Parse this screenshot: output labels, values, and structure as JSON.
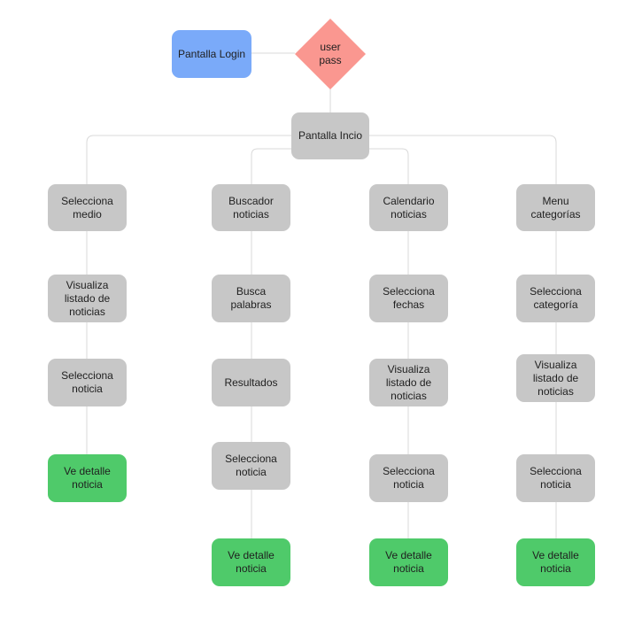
{
  "colors": {
    "gray": "#c7c7c7",
    "green": "#4fca6a",
    "blue": "#7aaaf9",
    "diamond": "#fa9790",
    "connector": "#d9d9d9"
  },
  "nodes": {
    "login": "Pantalla Login",
    "userpass": "user\npass",
    "inicio": "Pantalla Incio",
    "col1": [
      "Selecciona\nmedio",
      "Visualiza\nlistado de\nnoticias",
      "Selecciona\nnoticia",
      "Ve detalle\nnoticia"
    ],
    "col2": [
      "Buscador\nnoticias",
      "Busca palabras",
      "Resultados",
      "Selecciona\nnoticia",
      "Ve detalle\nnoticia"
    ],
    "col3": [
      "Calendario\nnoticias",
      "Selecciona\nfechas",
      "Visualiza\nlistado de\nnoticias",
      "Selecciona\nnoticia",
      "Ve detalle\nnoticia"
    ],
    "col4": [
      "Menu\ncategorías",
      "Selecciona\ncategoría",
      "Visualiza\nlistado de\nnoticias",
      "Selecciona\nnoticia",
      "Ve detalle\nnoticia"
    ]
  }
}
